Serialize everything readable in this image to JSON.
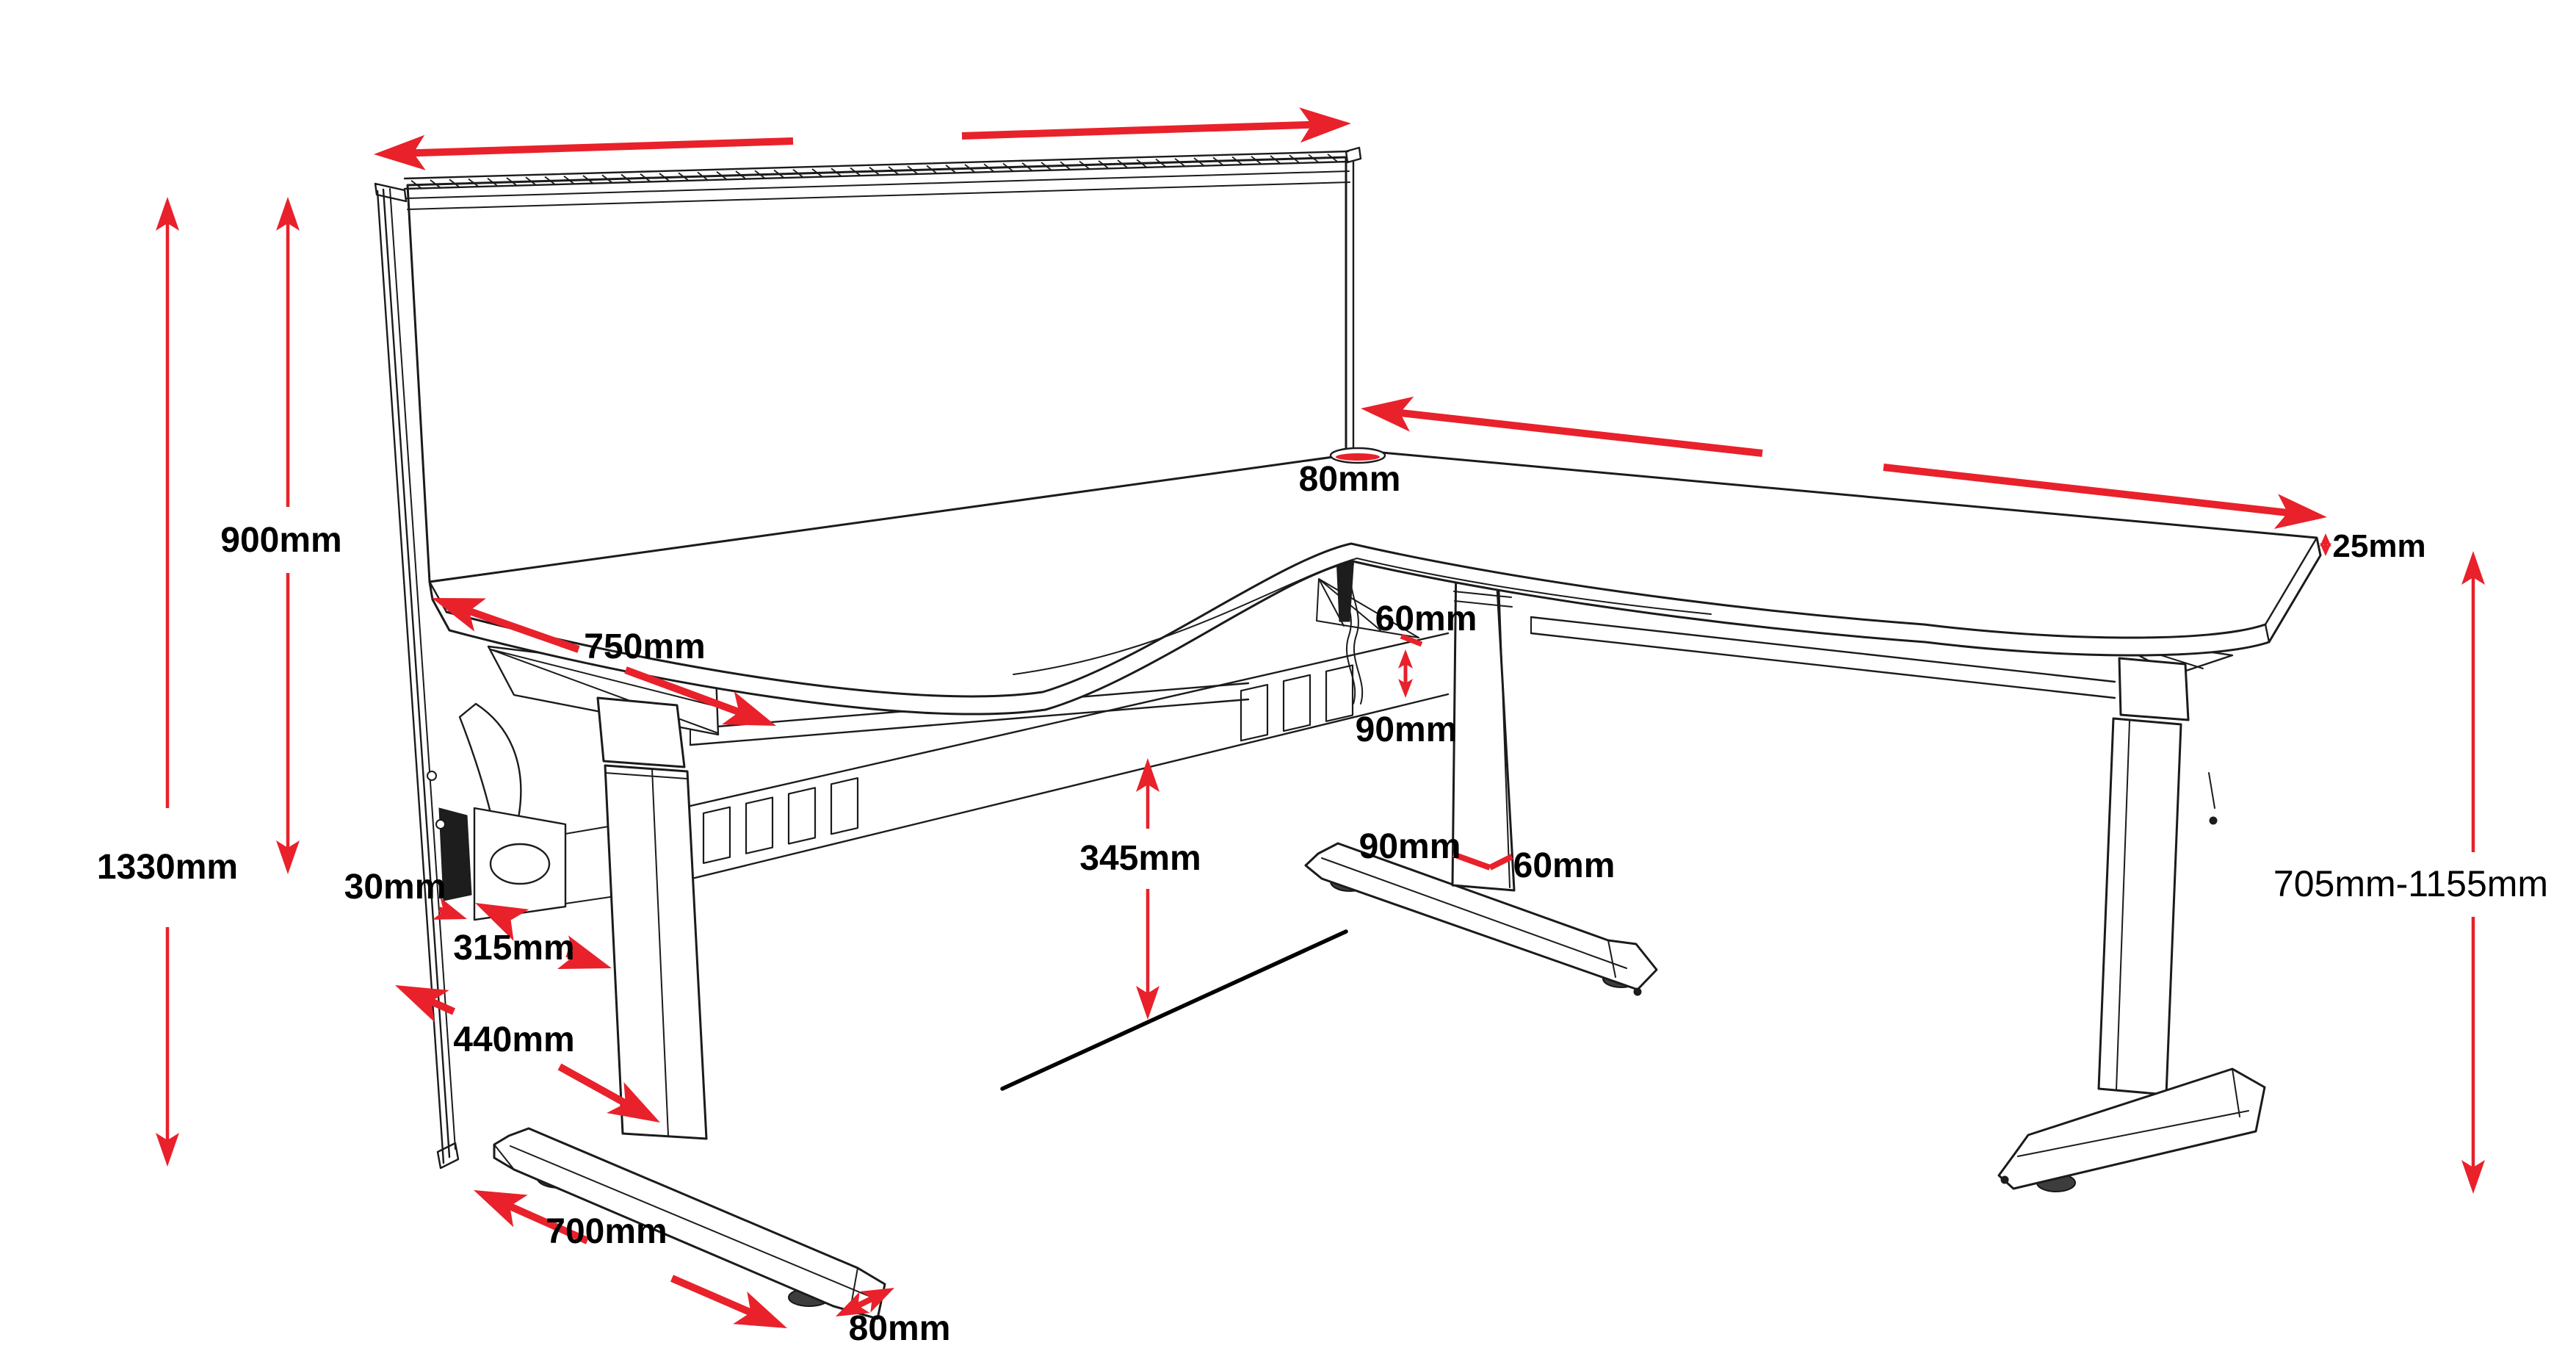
{
  "diagram": {
    "accent_color": "#e8212b",
    "line_color": "#1b1b1b",
    "floor_line_color": "#000000"
  },
  "dimensions": {
    "screen_height": {
      "label": "900mm"
    },
    "overall_height": {
      "label": "1330mm"
    },
    "desktop_depth": {
      "label": "750mm"
    },
    "grommet_diameter": {
      "label": "80mm"
    },
    "frame_gap": {
      "label": "60mm"
    },
    "beam_depth": {
      "label": "90mm"
    },
    "column_depth": {
      "label": "90mm"
    },
    "column_width": {
      "label": "60mm"
    },
    "underframe_clearance": {
      "label": "345mm"
    },
    "screen_gap": {
      "label": "30mm"
    },
    "leg_setback": {
      "label": "315mm"
    },
    "leg_clearance": {
      "label": "440mm"
    },
    "foot_length": {
      "label": "700mm"
    },
    "foot_width": {
      "label": "80mm"
    },
    "desktop_thickness": {
      "label": "25mm"
    },
    "height_range": {
      "label": "705mm-1155mm"
    }
  }
}
